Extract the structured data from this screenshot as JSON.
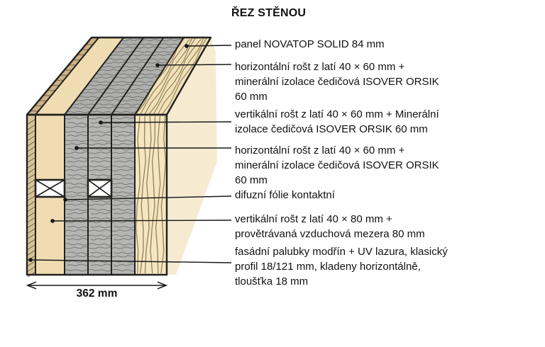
{
  "title": "ŘEZ STĚNOU",
  "dimension": {
    "value": "362 mm"
  },
  "labels": [
    {
      "text": "panel NOVATOP SOLID 84 mm"
    },
    {
      "text": "horizontální rošt z latí 40 × 60 mm +\nminerální izolace čedičová ISOVER ORSIK\n60 mm"
    },
    {
      "text": "vertikální rošt z latí 40 × 60 mm + Minerální\nizolace čedičová ISOVER ORSIK 60 mm"
    },
    {
      "text": "horizontální rošt z latí 40 × 60 mm +\nminerální izolace čedičová ISOVER ORSIK\n60 mm"
    },
    {
      "text": "difuzní fólie kontaktní"
    },
    {
      "text": "vertikální rošt z latí 40 × 80 mm +\nprovětrávaná vzduchová mezera 80 mm"
    },
    {
      "text": "fasádní palubky modřín + UV lazura, klasický\nprofil 18/121 mm, kladeny horizontálně,\ntloušťka 18 mm"
    }
  ],
  "wall_layers_left_to_right": [
    {
      "name": "fasádní palubky (18 mm)",
      "fill_key": "facade_boards"
    },
    {
      "name": "vertikální rošt 40 × 80 mm + vzduchová mezera 80 mm",
      "fill_key": "air_gap"
    },
    {
      "name": "difuzní fólie kontaktní",
      "fill_key": "outline"
    },
    {
      "name": "horizontální rošt 40 × 60 mm + ISOVER ORSIK 60 mm",
      "fill_key": "insulation"
    },
    {
      "name": "vertikální rošt 40 × 60 mm + ISOVER ORSIK 60 mm",
      "fill_key": "insulation"
    },
    {
      "name": "horizontální rošt 40 × 60 mm + ISOVER ORSIK 60 mm",
      "fill_key": "insulation"
    },
    {
      "name": "panel NOVATOP SOLID 84 mm",
      "fill_key": "panel_wood"
    }
  ],
  "colors": {
    "outline": "#21201e",
    "facade_boards": "#d8c298",
    "facade_boards_top": "#cdb288",
    "facade_line": "#79684c",
    "air_gap": "#f0dcb2",
    "insulation": "#b5b5b3",
    "insulation_top": "#aeaeac",
    "insulation_line": "#6f6f6d",
    "panel_wood": "#f5e6c0",
    "panel_wood_top": "#f2e1b8",
    "wood_grain": "#8a7c5c",
    "side_face": "#f6ebd1",
    "leader": "#161616"
  }
}
